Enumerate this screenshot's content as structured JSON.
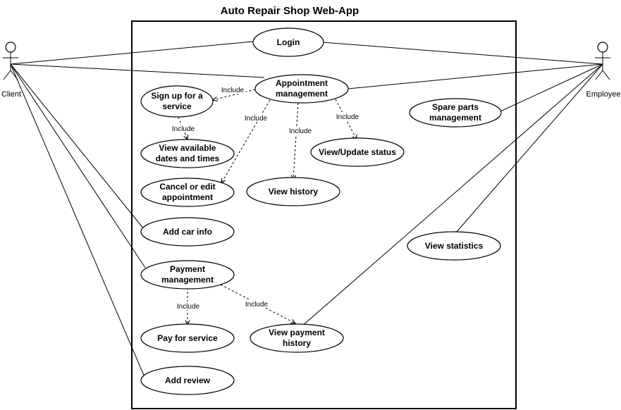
{
  "title": "Auto Repair Shop Web-App",
  "actors": {
    "client": "Client",
    "employee": "Employee"
  },
  "use_cases": {
    "login": [
      "Login"
    ],
    "appointment_management": [
      "Appointment",
      "management"
    ],
    "sign_up": [
      "Sign up for a",
      "service"
    ],
    "view_dates": [
      "View available",
      "dates and times"
    ],
    "cancel_edit": [
      "Cancel or edit",
      "appointment"
    ],
    "view_history": [
      "View history"
    ],
    "view_update_status": [
      "View/Update status"
    ],
    "add_car_info": [
      "Add car info"
    ],
    "payment_management": [
      "Payment",
      "management"
    ],
    "pay_for_service": [
      "Pay for service"
    ],
    "view_payment_history": [
      "View payment",
      "history"
    ],
    "add_review": [
      "Add review"
    ],
    "spare_parts": [
      "Spare parts",
      "management"
    ],
    "view_statistics": [
      "View statistics"
    ]
  },
  "include_label": "Include"
}
